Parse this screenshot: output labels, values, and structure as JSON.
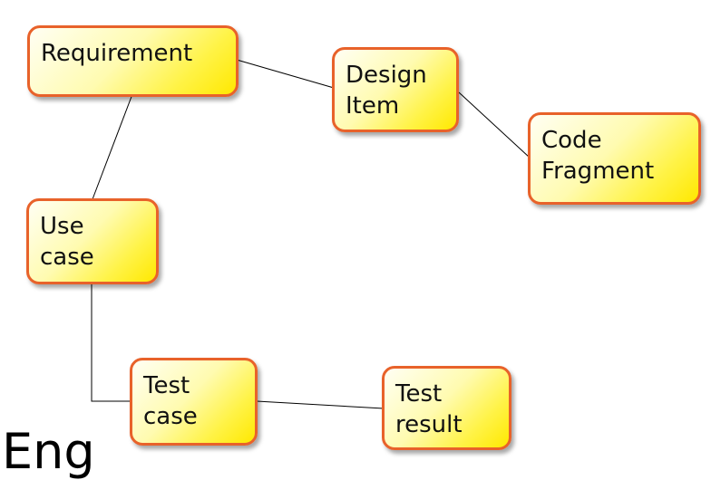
{
  "nodes": {
    "requirement": [
      "Requirement"
    ],
    "design_item": [
      "Design",
      "Item"
    ],
    "code_fragment": [
      "Code",
      "Fragment"
    ],
    "use_case": [
      "Use",
      "case"
    ],
    "test_case": [
      "Test",
      "case"
    ],
    "test_result": [
      "Test",
      "result"
    ]
  },
  "edges": [
    [
      "requirement",
      "design_item"
    ],
    [
      "design_item",
      "code_fragment"
    ],
    [
      "requirement",
      "use_case"
    ],
    [
      "use_case",
      "test_case"
    ],
    [
      "test_case",
      "test_result"
    ]
  ],
  "slide_text": "Eng",
  "colors": {
    "node_border": "#e8622a",
    "node_fill": "#ffee00",
    "connector": "#000000"
  }
}
